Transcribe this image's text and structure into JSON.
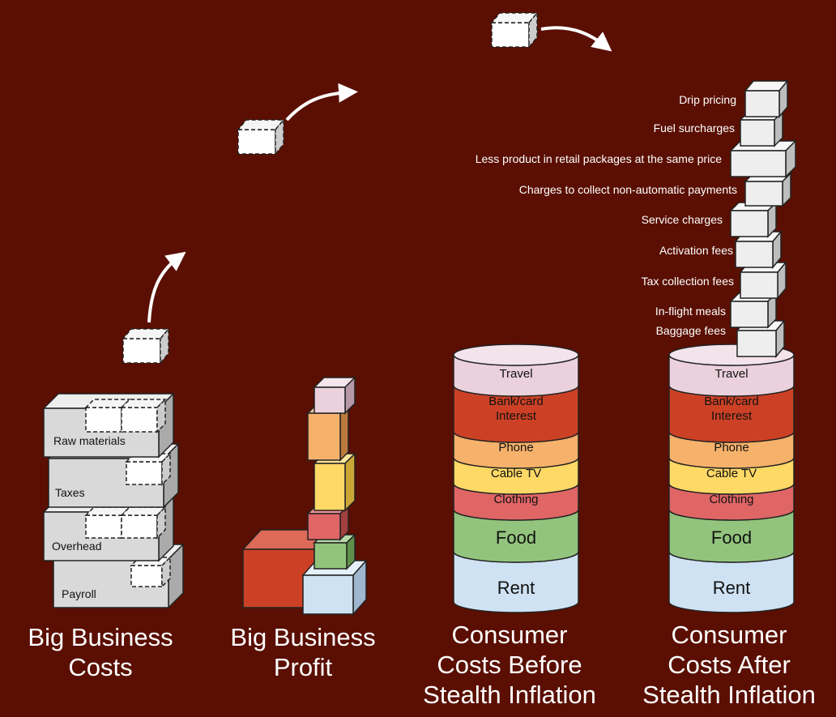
{
  "colors": {
    "background": "#5a0f02",
    "cost_block": "#d9d9d9",
    "fee_block": "#efefef",
    "travel": "#ead1dc",
    "bank": "#cc4125",
    "phone": "#f6b26b",
    "cable": "#ffd966",
    "clothing": "#e06666",
    "food": "#93c47d",
    "rent": "#cfe2f3"
  },
  "business_costs": {
    "items": [
      "Raw materials",
      "Taxes",
      "Overhead",
      "Payroll"
    ],
    "caption": [
      "Big Business",
      "Costs"
    ]
  },
  "business_profit": {
    "caption": [
      "Big Business",
      "Profit"
    ]
  },
  "consumer_before": {
    "layers": [
      "Travel",
      "Bank/card",
      "Interest",
      "Phone",
      "Cable TV",
      "Clothing",
      "Food",
      "Rent"
    ],
    "caption": [
      "Consumer",
      "Costs Before",
      "Stealth Inflation"
    ]
  },
  "consumer_after": {
    "layers": [
      "Travel",
      "Bank/card",
      "Interest",
      "Phone",
      "Cable TV",
      "Clothing",
      "Food",
      "Rent"
    ],
    "fees": [
      "Drip pricing",
      "Fuel surcharges",
      "Less product in retail packages at the same price",
      "Charges to collect non-automatic payments",
      "Service charges",
      "Activation fees",
      "Tax collection fees",
      "In-flight meals",
      "Baggage fees"
    ],
    "caption": [
      "Consumer",
      "Costs After",
      "Stealth Inflation"
    ]
  }
}
